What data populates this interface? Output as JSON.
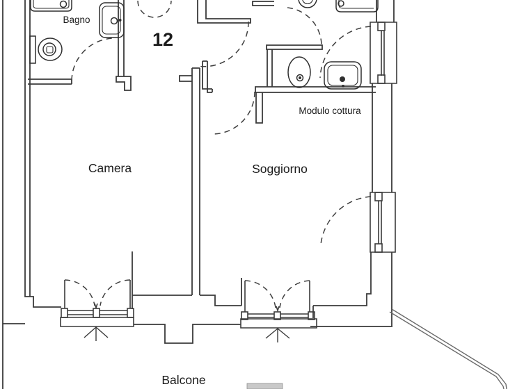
{
  "plan": {
    "unit_number": "12",
    "unit_number_color": "#b7232b",
    "wall_color": "#3a3a3a",
    "rooms": {
      "bagno": "Bagno",
      "camera": "Camera",
      "soggiorno": "Soggiorno",
      "modulo_cottura": "Modulo cottura",
      "balcone": "Balcone"
    }
  }
}
